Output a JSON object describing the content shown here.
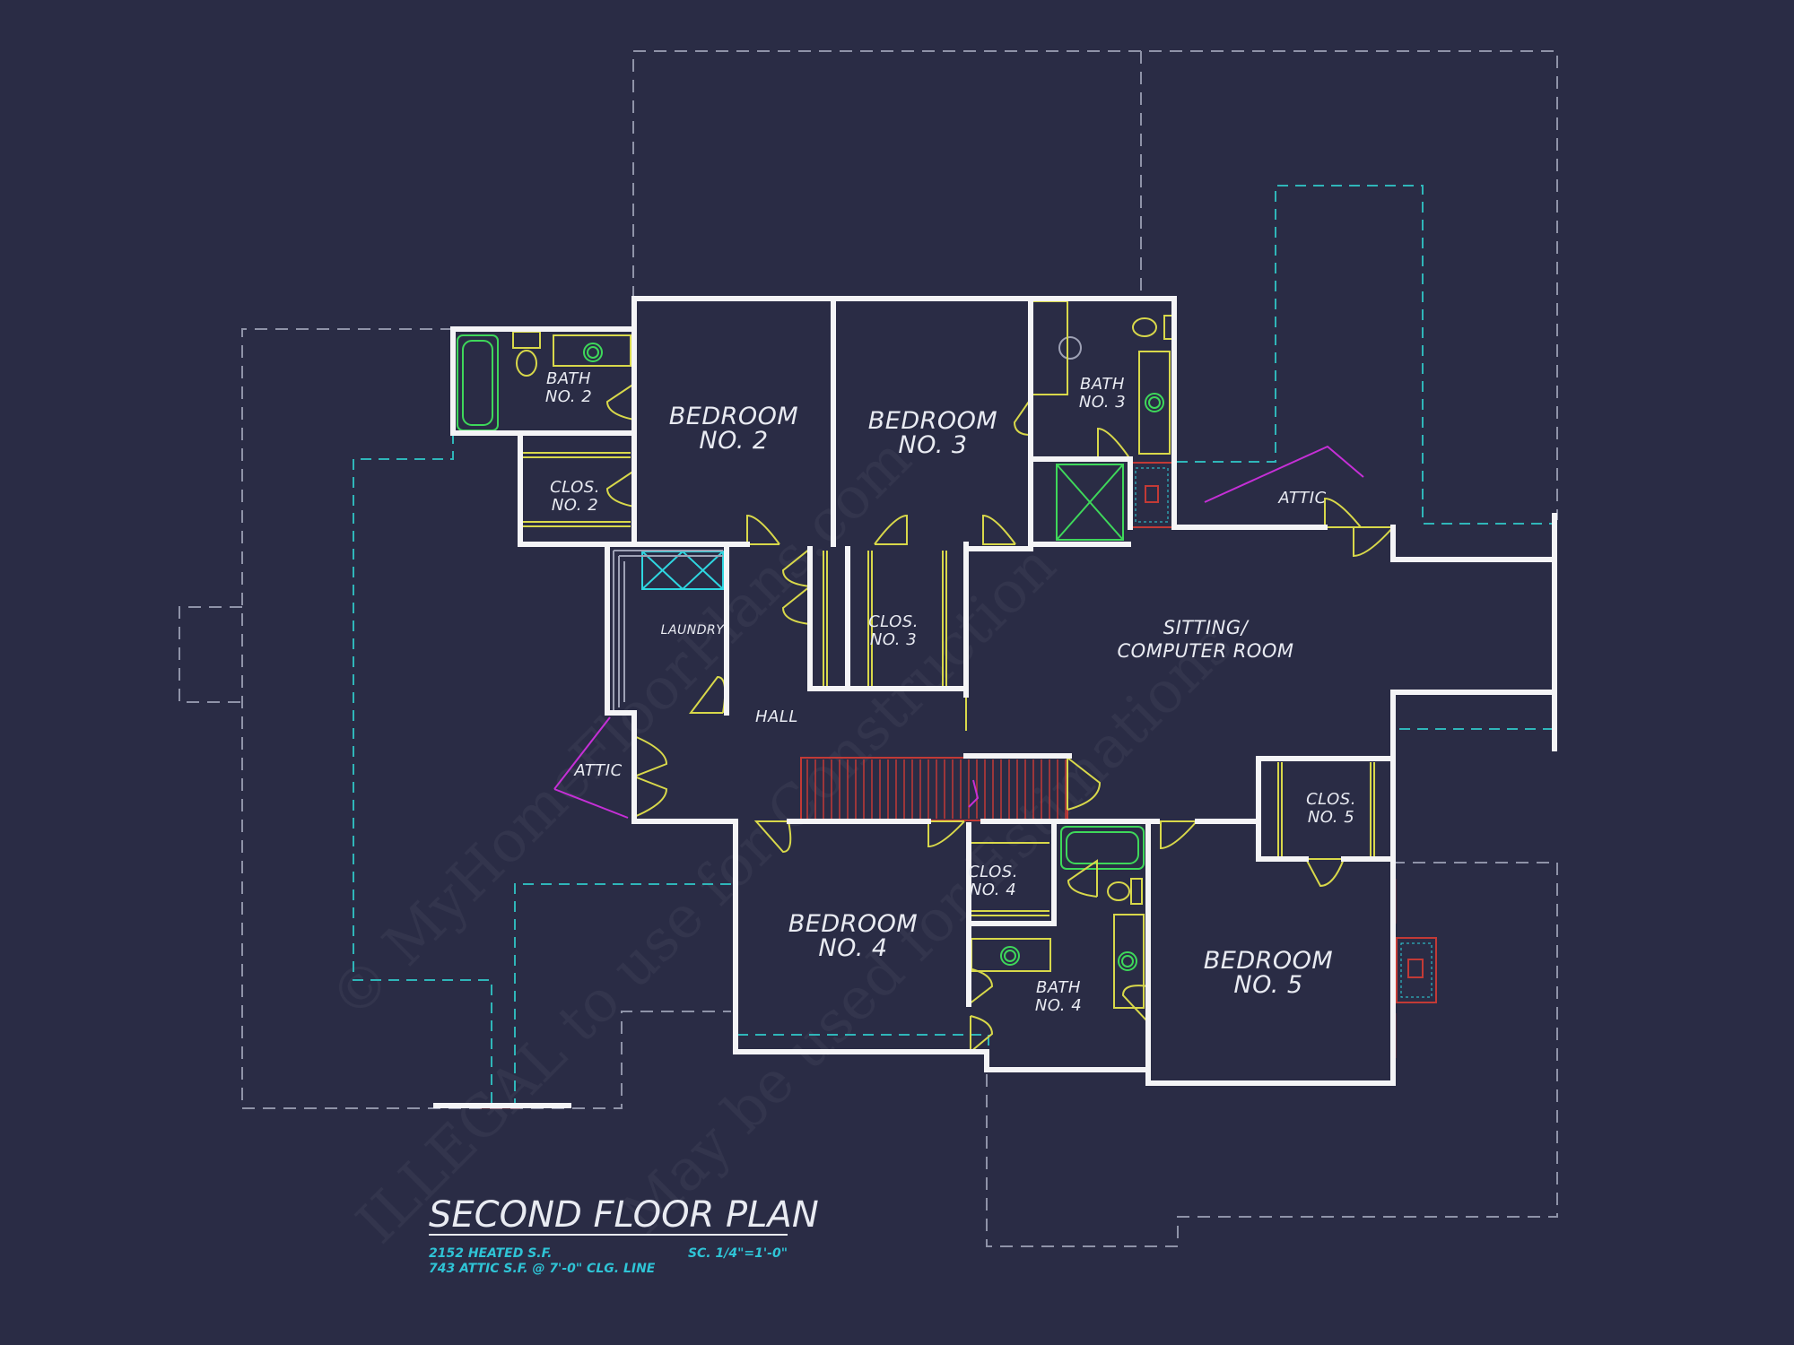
{
  "plan": {
    "title": "SECOND FLOOR PLAN",
    "heated": "2152 HEATED S.F.",
    "attic": "743 ATTIC S.F. @ 7'-0\" CLG. LINE",
    "scale": "SC. 1/4\"=1'-0\""
  },
  "rooms": {
    "bedroom2": [
      "BEDROOM",
      "NO. 2"
    ],
    "bedroom3": [
      "BEDROOM",
      "NO. 3"
    ],
    "bedroom4": [
      "BEDROOM",
      "NO. 4"
    ],
    "bedroom5": [
      "BEDROOM",
      "NO. 5"
    ],
    "bath2": [
      "BATH",
      "NO. 2"
    ],
    "bath3": [
      "BATH",
      "NO. 3"
    ],
    "bath4": [
      "BATH",
      "NO. 4"
    ],
    "clos2": [
      "CLOS.",
      "NO. 2"
    ],
    "clos3": [
      "CLOS.",
      "NO. 3"
    ],
    "clos4": [
      "CLOS.",
      "NO. 4"
    ],
    "clos5": [
      "CLOS.",
      "NO. 5"
    ],
    "sitting": [
      "SITTING/",
      "COMPUTER ROOM"
    ],
    "laundry": "LAUNDRY",
    "hall": "HALL",
    "attic_right": "ATTIC",
    "attic_left": "ATTIC"
  },
  "watermark": [
    "© MyHomeFloorPlans.com",
    "ILLEGAL to use for Construction",
    "May be used for Estimations"
  ],
  "colors": {
    "background": "#2a2c45",
    "walls": "#f4f4f6",
    "fixtures": "#d8d84a",
    "plumbing": "#3ed85a",
    "attic_access": "#c52fd6",
    "windows_stairs": "#c23a36",
    "dashed_outline": "#8f93a8",
    "ceiling_line": "#2fb6b9",
    "stats_text": "#2fc4d6"
  }
}
